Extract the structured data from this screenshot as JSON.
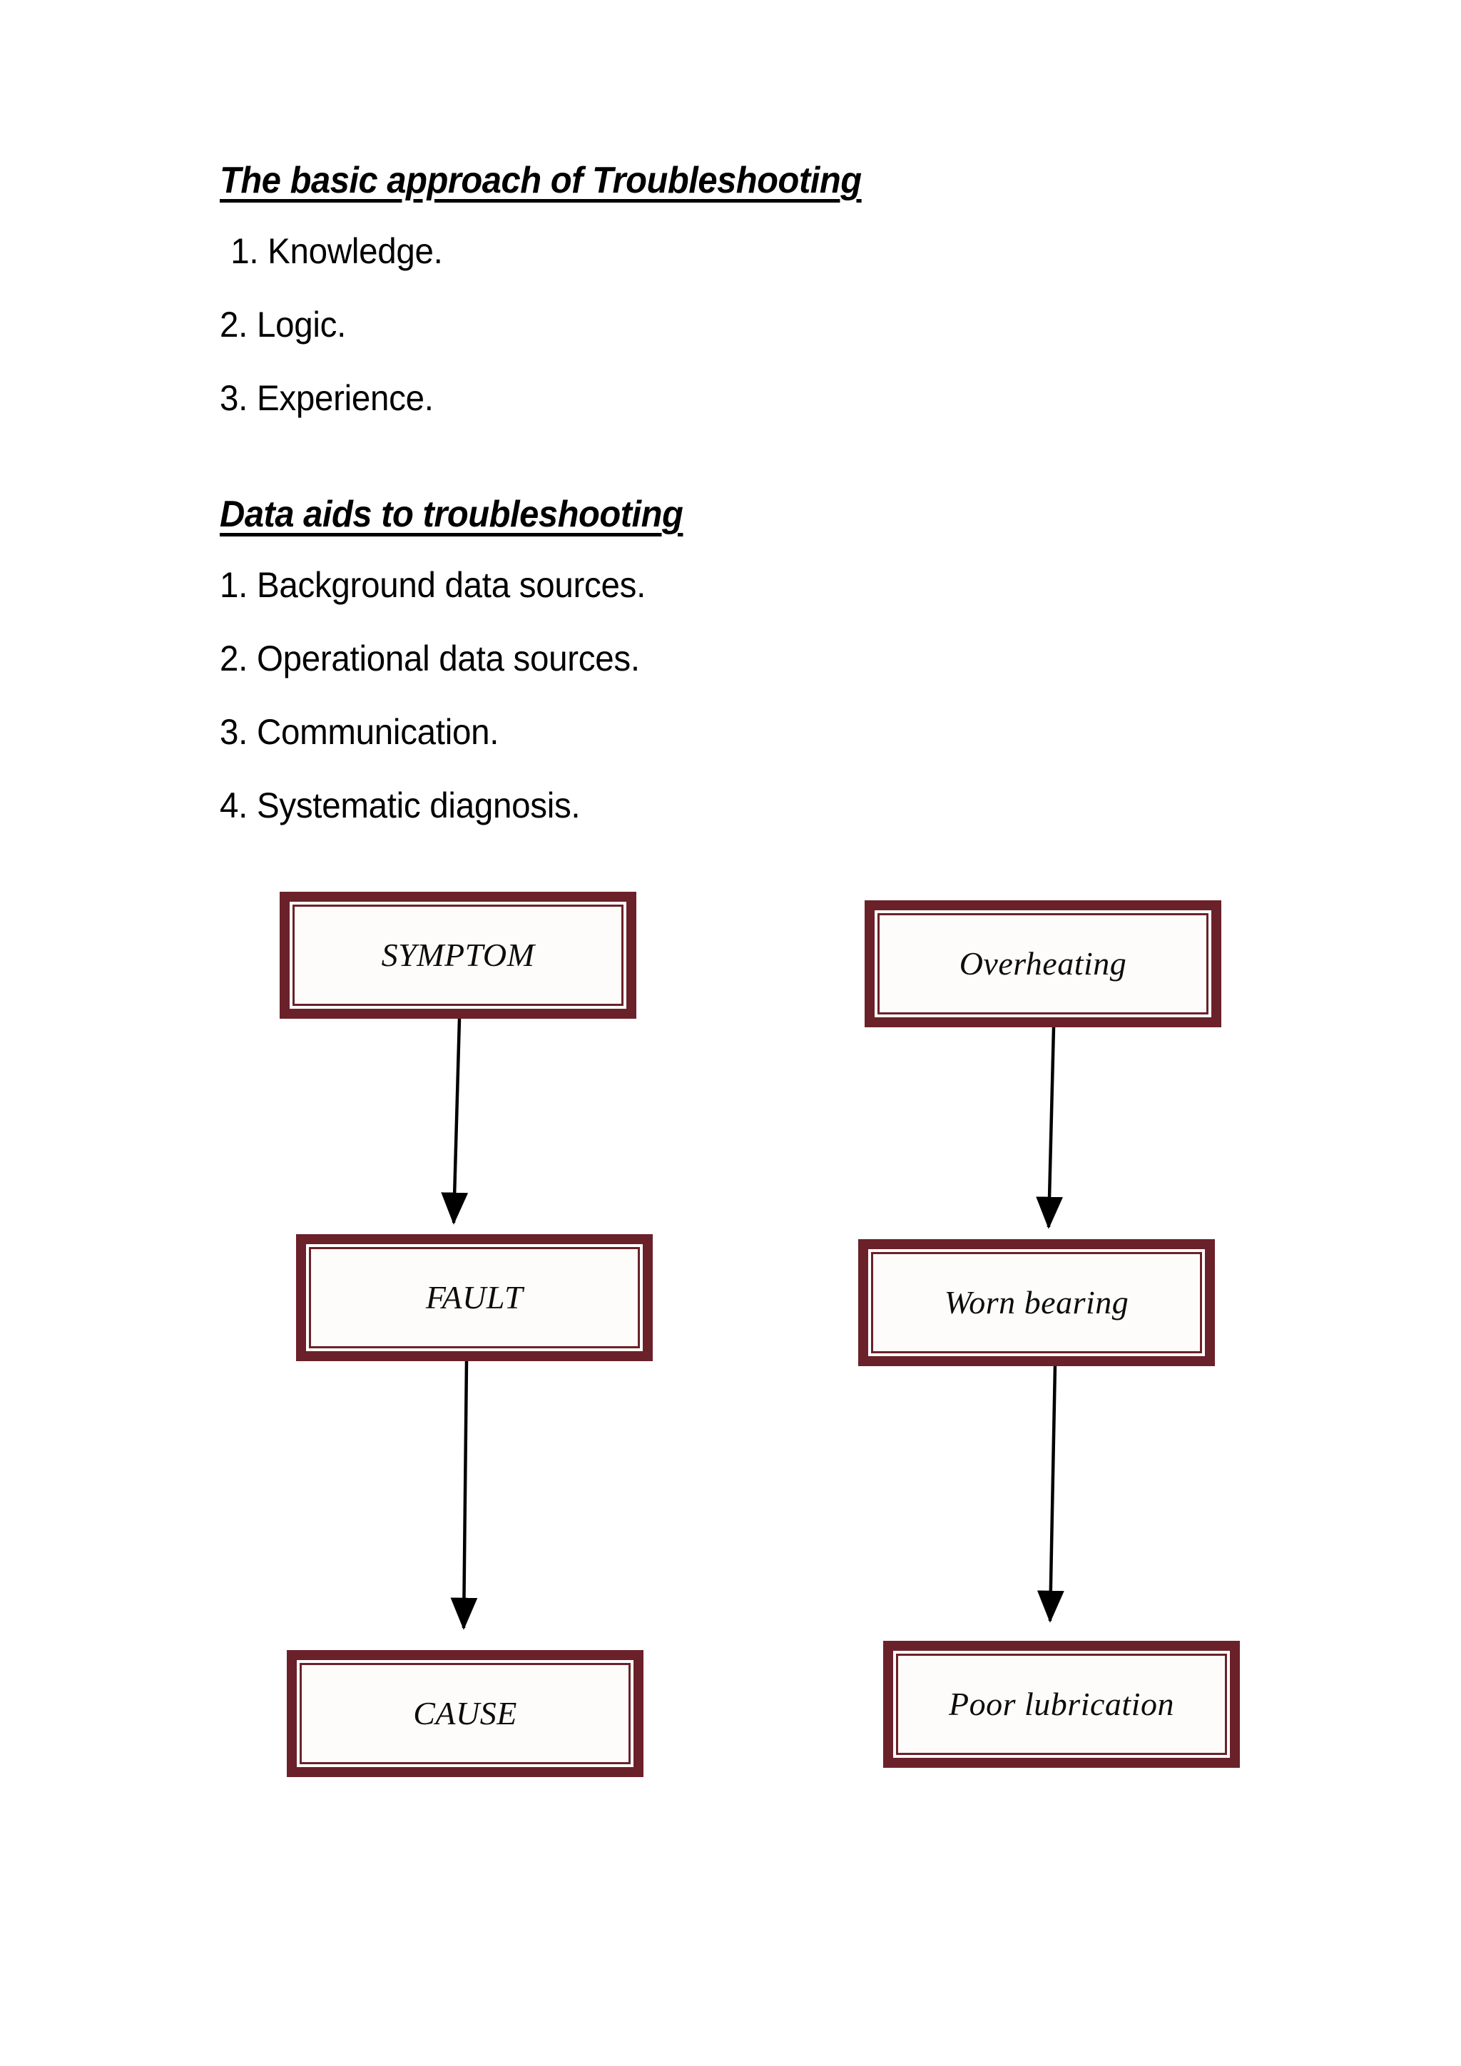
{
  "document": {
    "background_color": "#ffffff",
    "sections": [
      {
        "heading": "The basic approach of Troubleshooting",
        "items": [
          "1. Knowledge.",
          "2. Logic.",
          "3. Experience."
        ]
      },
      {
        "heading": "Data aids to troubleshooting",
        "items": [
          "1. Background data sources.",
          "2. Operational data sources.",
          "3. Communication.",
          "4. Systematic diagnosis."
        ]
      }
    ]
  },
  "flowchart": {
    "border_color": "#6B2129",
    "arrow_color": "#000000",
    "columns": [
      {
        "name": "generic-chain",
        "nodes": [
          "SYMPTOM",
          "FAULT",
          "CAUSE"
        ]
      },
      {
        "name": "example-chain",
        "nodes": [
          "Overheating",
          "Worn bearing",
          "Poor lubrication"
        ]
      }
    ],
    "connections": [
      {
        "from": "SYMPTOM",
        "to": "FAULT"
      },
      {
        "from": "FAULT",
        "to": "CAUSE"
      },
      {
        "from": "Overheating",
        "to": "Worn bearing"
      },
      {
        "from": "Worn bearing",
        "to": "Poor lubrication"
      }
    ]
  }
}
